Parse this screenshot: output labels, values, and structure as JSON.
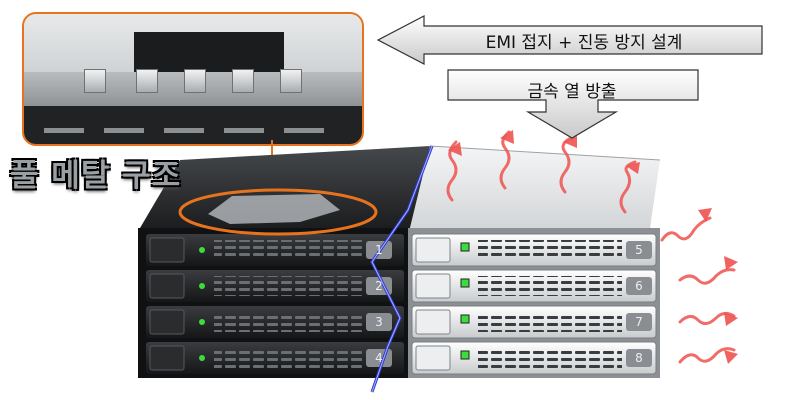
{
  "labels": {
    "full_metal": "풀 메탈 구조",
    "emi_banner": "EMI 접지 + 진동 방지 설계",
    "heat_banner": "금속 열 방출"
  },
  "bays": {
    "left": [
      "1",
      "2",
      "3",
      "4"
    ],
    "right": [
      "5",
      "6",
      "7",
      "8"
    ]
  },
  "colors": {
    "highlight_orange": "#e8731f",
    "divider_blue": "#2d3bd6",
    "heat_arrow_red": "#ef5350",
    "led_green": "#3ddc3d"
  },
  "icons": {
    "heat": "wavy-arrow-icon",
    "banner_left": "arrow-left-icon",
    "banner_down": "arrow-down-icon"
  }
}
